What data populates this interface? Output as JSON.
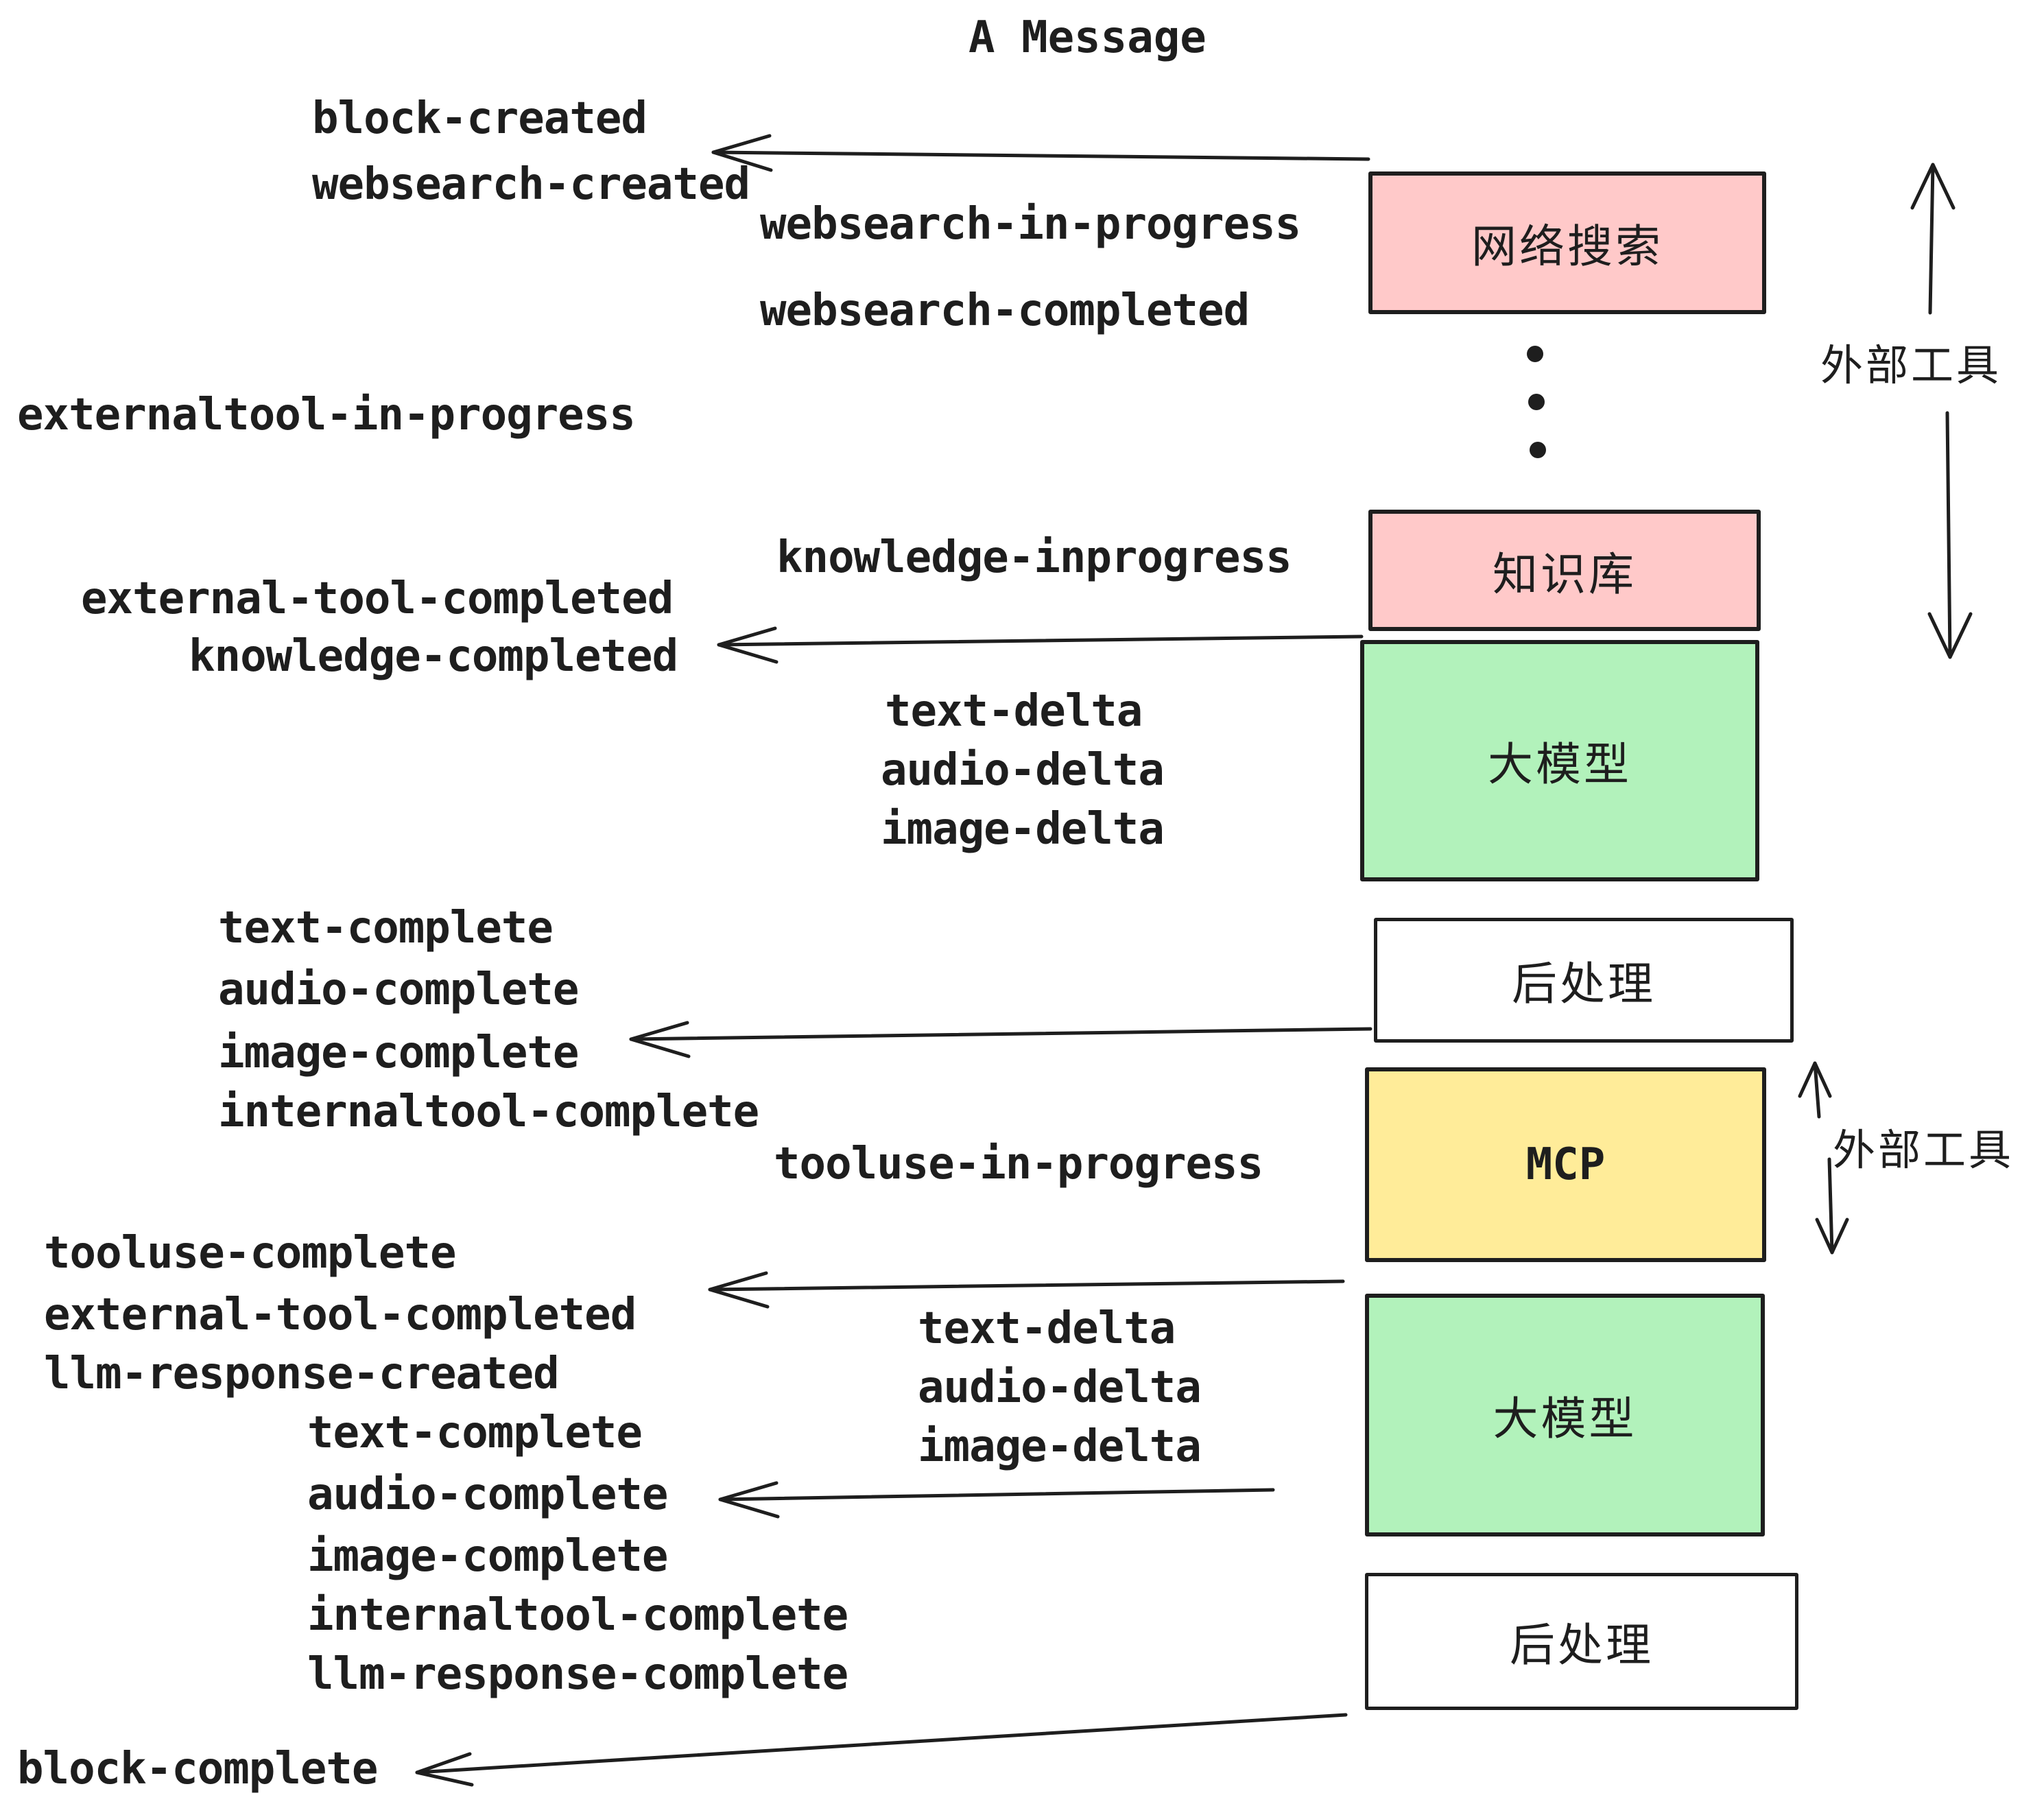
{
  "title": "A Message",
  "colors": {
    "box_pink": "#ffc9c9",
    "box_green": "#b2f2bb",
    "box_yellow": "#ffec99",
    "box_white": "#ffffff",
    "ink": "#1e1e1e",
    "background": "#ffffff"
  },
  "boxes": [
    {
      "id": "websearch",
      "label": "网络搜索",
      "color": "#ffc9c9"
    },
    {
      "id": "knowledge",
      "label": "知识库",
      "color": "#ffc9c9"
    },
    {
      "id": "llm-top",
      "label": "大模型",
      "color": "#b2f2bb"
    },
    {
      "id": "postprocess-top",
      "label": "后处理",
      "color": "#ffffff"
    },
    {
      "id": "mcp",
      "label": "MCP",
      "color": "#ffec99"
    },
    {
      "id": "llm-bottom",
      "label": "大模型",
      "color": "#b2f2bb"
    },
    {
      "id": "postprocess-bottom",
      "label": "后处理",
      "color": "#ffffff"
    }
  ],
  "side_labels": [
    {
      "id": "external-tools-upper",
      "label": "外部工具"
    },
    {
      "id": "external-tools-lower",
      "label": "外部工具"
    }
  ],
  "events": [
    {
      "id": "block-created",
      "text": "block-created"
    },
    {
      "id": "websearch-created",
      "text": "websearch-created"
    },
    {
      "id": "websearch-in-progress",
      "text": "websearch-in-progress"
    },
    {
      "id": "websearch-completed",
      "text": "websearch-completed"
    },
    {
      "id": "externaltool-in-progress",
      "text": "externaltool-in-progress"
    },
    {
      "id": "knowledge-inprogress",
      "text": "knowledge-inprogress"
    },
    {
      "id": "external-tool-completed-1",
      "text": "external-tool-completed"
    },
    {
      "id": "knowledge-completed",
      "text": "knowledge-completed"
    },
    {
      "id": "text-delta-1",
      "text": "text-delta"
    },
    {
      "id": "audio-delta-1",
      "text": "audio-delta"
    },
    {
      "id": "image-delta-1",
      "text": "image-delta"
    },
    {
      "id": "text-complete-1",
      "text": "text-complete"
    },
    {
      "id": "audio-complete-1",
      "text": "audio-complete"
    },
    {
      "id": "image-complete-1",
      "text": "image-complete"
    },
    {
      "id": "internaltool-complete-1",
      "text": "internaltool-complete"
    },
    {
      "id": "tooluse-in-progress",
      "text": "tooluse-in-progress"
    },
    {
      "id": "tooluse-complete",
      "text": "tooluse-complete"
    },
    {
      "id": "external-tool-completed-2",
      "text": "external-tool-completed"
    },
    {
      "id": "llm-response-created",
      "text": "llm-response-created"
    },
    {
      "id": "text-delta-2",
      "text": "text-delta"
    },
    {
      "id": "audio-delta-2",
      "text": "audio-delta"
    },
    {
      "id": "image-delta-2",
      "text": "image-delta"
    },
    {
      "id": "text-complete-2",
      "text": "text-complete"
    },
    {
      "id": "audio-complete-2",
      "text": "audio-complete"
    },
    {
      "id": "image-complete-2",
      "text": "image-complete"
    },
    {
      "id": "internaltool-complete-2",
      "text": "internaltool-complete"
    },
    {
      "id": "llm-response-complete",
      "text": "llm-response-complete"
    },
    {
      "id": "block-complete",
      "text": "block-complete"
    }
  ]
}
